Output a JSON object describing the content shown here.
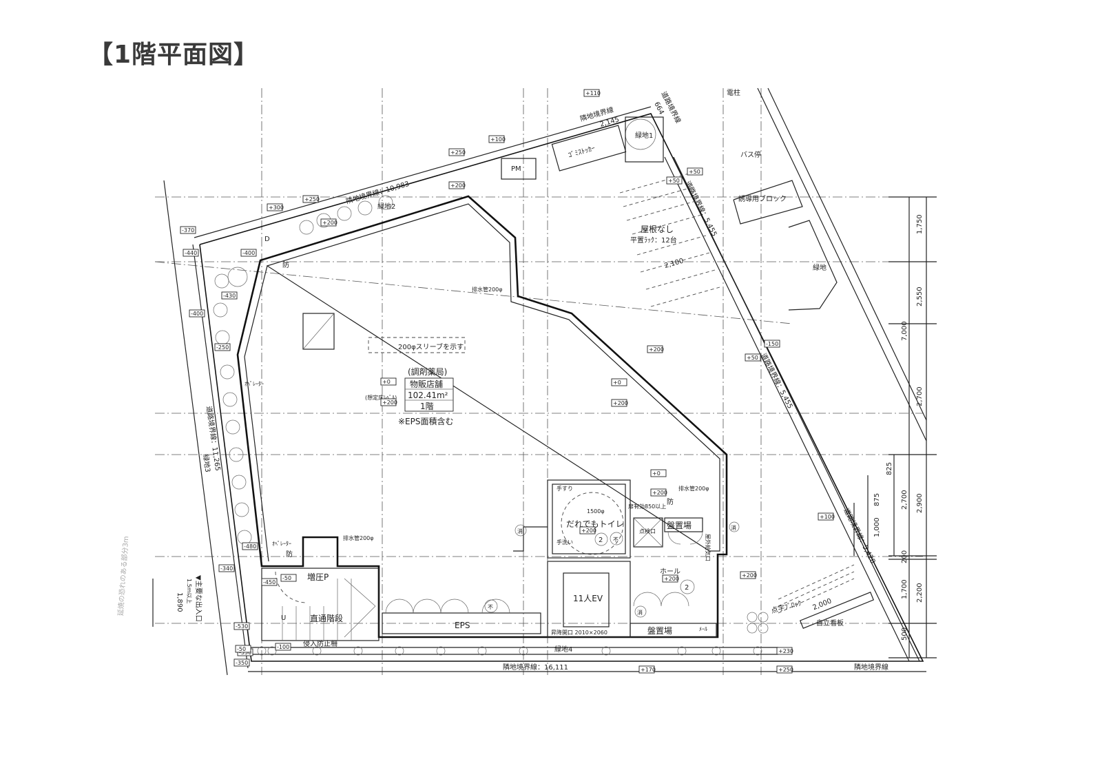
{
  "title": "【1階平面図】",
  "room": {
    "use_note": "(調剤薬局)",
    "use": "物販店舗",
    "area": "102.41m²",
    "floor": "1階",
    "eps_note": "※EPS面積含む",
    "sleeve_note": "200φスリーブを示す",
    "assumed_level": "(想定床ﾚﾍﾞﾙ)"
  },
  "labels": {
    "toilet": "だれでもトイレ",
    "toilet_circle": "1500φ",
    "handrail": "手すり",
    "handwash": "手洗い",
    "door_width": "扉有効850以上",
    "inspection": "点検口",
    "board1": "盤置場",
    "board2": "盤置場",
    "hall": "ホール",
    "ev": "11人EV",
    "ev_opening": "昇降開口 2010×2060",
    "mail": "ﾒｰﾙ",
    "eps": "EPS",
    "stairs": "直通階段",
    "pump": "増圧P",
    "fence": "侵入防止柵",
    "green1": "緑地1",
    "green2": "緑地2",
    "green3": "緑地3",
    "green4": "緑地4",
    "green5": "緑地",
    "garbage": "ｺﾞﾐｽﾄｯｶｰ",
    "pm": "PM",
    "no_roof": "屋根なし",
    "rack": "平置ﾗｯｸ：12台",
    "rack_dim": "2,100",
    "bus_stop": "バス停",
    "pole": "電柱",
    "guide_block": "誘導用ブロック",
    "braille_block": "点字ﾌﾞﾛｯｸ",
    "braille_dim": "2,000",
    "signboard": "自立看板",
    "drain1": "排水管200φ",
    "drain2": "排水管200φ",
    "drain3": "排水管200φ",
    "operator1": "ｵﾍﾟﾚｰﾀｰ",
    "operator2": "ｵﾍﾟﾚｰﾀｰ",
    "fire1": "防",
    "fire2": "防",
    "fire3": "防",
    "fire_ext1": "消",
    "fire_ext2": "消",
    "fire_ext3": "消",
    "no1": "不",
    "no2": "不",
    "num2a": "2",
    "num2b": "2",
    "entrance": "▼主要な出入口",
    "entrance_w": "1.5m以上",
    "entrance_dim": "1,890",
    "spread": "延焼の恐れのある部分3m",
    "intake": "屋外給気口",
    "door_D": "D",
    "door_U": "U"
  },
  "boundaries": {
    "top": "隣地境界線：10,983",
    "top_right": "隣地境界線",
    "top_right_dim": "2,145",
    "road_top": "道路境界線",
    "road_top_dim": "664",
    "road1": "道路境界線：5,455",
    "road2": "道路境界線：5,455",
    "road3": "道路境界線：5,428",
    "left": "道路境界線：11,265",
    "bottom": "隣地境界線：16,111",
    "bottom_right": "隣地境界線"
  },
  "dimensions_right": [
    "1,750",
    "2,550",
    "2,700",
    "2,900",
    "2,200",
    "500"
  ],
  "dimensions_right_inner": [
    "7,000",
    "2,700",
    "1,700",
    "200"
  ],
  "dimensions_right_sub": [
    "825",
    "875",
    "1,000"
  ],
  "levels": [
    "+110",
    "+100",
    "+250",
    "+200",
    "+300",
    "+250",
    "+200",
    "-370",
    "-440",
    "-400",
    "-430",
    "-400",
    "-250",
    "+0",
    "+200",
    "+0",
    "+200",
    "+0",
    "+200",
    "+200",
    "+200",
    "+50",
    "+50",
    "-150",
    "+50",
    "+100",
    "+200",
    "+200",
    "+170",
    "+250",
    "+230",
    "-100",
    "-550",
    "-530",
    "-50",
    "-450",
    "-480",
    "-50",
    "-340",
    "-350"
  ]
}
